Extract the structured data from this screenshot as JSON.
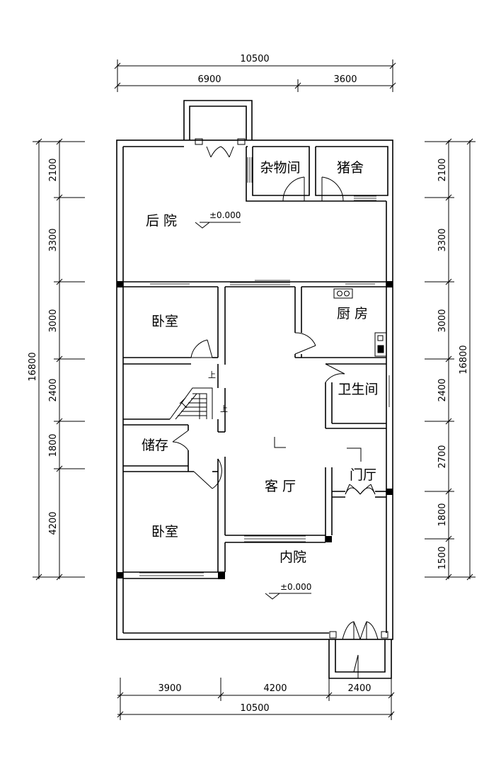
{
  "dimensions": {
    "top_total": "10500",
    "top_left": "6900",
    "top_right": "3600",
    "bottom_1": "3900",
    "bottom_2": "4200",
    "bottom_3": "2400",
    "bottom_total": "10500",
    "left_1": "2100",
    "left_2": "3300",
    "left_3": "3000",
    "left_4": "2400",
    "left_5": "1800",
    "left_6": "4200",
    "left_total": "16800",
    "right_1": "2100",
    "right_2": "3300",
    "right_3": "3000",
    "right_4": "2400",
    "right_5": "2700",
    "right_6": "1800",
    "right_7": "1500",
    "right_total": "16800"
  },
  "rooms": {
    "backyard": "后 院",
    "storage_room": "杂物间",
    "pigsty": "猪舍",
    "bedroom_upper": "卧室",
    "kitchen": "厨 房",
    "bathroom": "卫生间",
    "storage": "储存",
    "living_room": "客 厅",
    "foyer": "门厅",
    "bedroom_lower": "卧室",
    "inner_yard": "内院"
  },
  "levels": {
    "backyard": "±0.000",
    "inner_yard": "±0.000"
  },
  "stairs": {
    "up_1": "上",
    "up_2": "上"
  }
}
